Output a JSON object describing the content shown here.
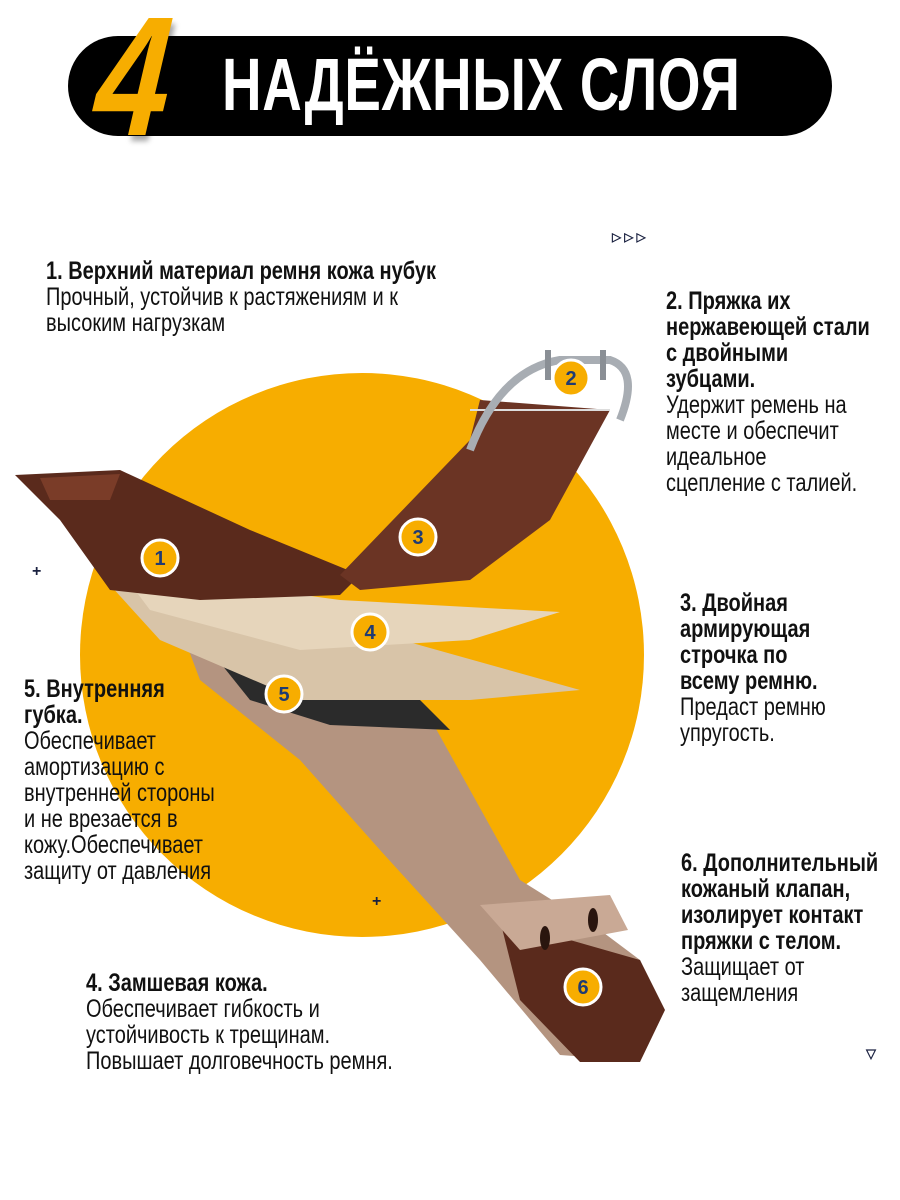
{
  "header": {
    "number": "4",
    "title": "НАДЁЖНЫХ СЛОЯ"
  },
  "badges": [
    "1",
    "2",
    "3",
    "4",
    "5",
    "6"
  ],
  "colors": {
    "accent": "#f7ad00",
    "leather_dark": "#5a2a1c",
    "suede": "#b49480",
    "badge_number": "#1f3b73"
  },
  "features": [
    {
      "title": [
        "1. Верхний материал ремня кожа нубук"
      ],
      "text": [
        "Прочный, устойчив к растяжениям и к",
        "высоким нагрузкам"
      ]
    },
    {
      "title": [
        "2. Пряжка их",
        "нержавеющей стали",
        "с двойными",
        "зубцами."
      ],
      "text": [
        "Удержит ремень на",
        "месте и обеспечит",
        "идеальное",
        "сцепление с талией."
      ]
    },
    {
      "title": [
        "3. Двойная",
        "армирующая",
        "строчка по",
        "всему ремню."
      ],
      "text": [
        "Предаст ремню",
        "упругость."
      ]
    },
    {
      "title": [
        "4. Замшевая кожа."
      ],
      "text": [
        "Обеспечивает гибкость и",
        "устойчивость к трещинам.",
        "Повышает долговечность ремня."
      ]
    },
    {
      "title": [
        "5. Внутренняя",
        "губка."
      ],
      "text": [
        "Обеспечивает",
        "амортизацию с",
        "внутренней стороны",
        "и не врезается в",
        "кожу.Обеспечивает",
        "защиту от давления"
      ]
    },
    {
      "title": [
        "6. Дополнительный",
        "кожаный клапан,",
        "изолирует контакт",
        "пряжки с телом."
      ],
      "text": [
        "Защищает от",
        "защемления"
      ]
    }
  ]
}
